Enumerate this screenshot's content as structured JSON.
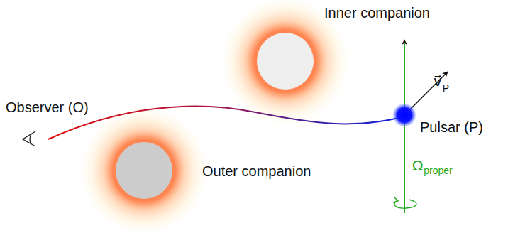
{
  "diagram": {
    "labels": [
      "Inner companion",
      "Observer (O)",
      "Pulsar (P)",
      "Outer companion",
      "v⃗",
      "P",
      "Ω",
      "proper"
    ]
  }
}
